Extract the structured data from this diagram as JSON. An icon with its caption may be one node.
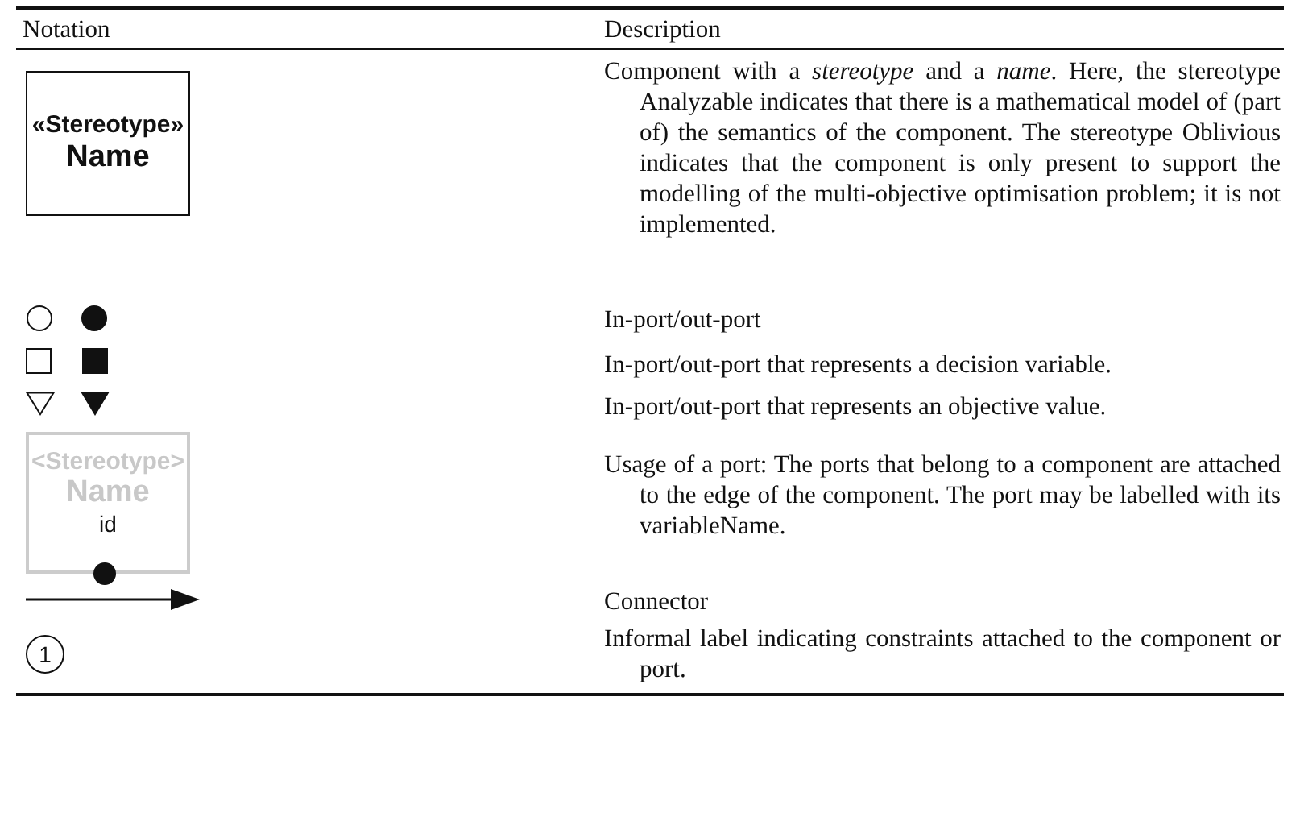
{
  "diagram": {
    "nodes": [
      {
        "text": [
          "«Stereotype»",
          "Name"
        ]
      },
      {
        "text": [
          "<Stereotype>",
          "Name",
          "id"
        ]
      },
      {
        "text": [
          "1"
        ]
      }
    ],
    "labels": [
      "Notation",
      "Description",
      "Component with a *stereotype* and a *name*. Here, the stereotype Analyzable indicates that there is a mathematical model of (part of) the semantics of the component. The stereotype Oblivious indicates that the component is only present to support the modelling of the multi-objective optimisation problem; it is not implemented.",
      "In-port/out-port",
      "In-port/out-port that represents a decision variable.",
      "In-port/out-port that represents an objective value.",
      "Usage of a port: The ports that belong to a component are attached to the edge of the component. The port may be labelled with its variableName.",
      "Connector",
      "Informal label indicating constraints attached to the component or port."
    ]
  }
}
